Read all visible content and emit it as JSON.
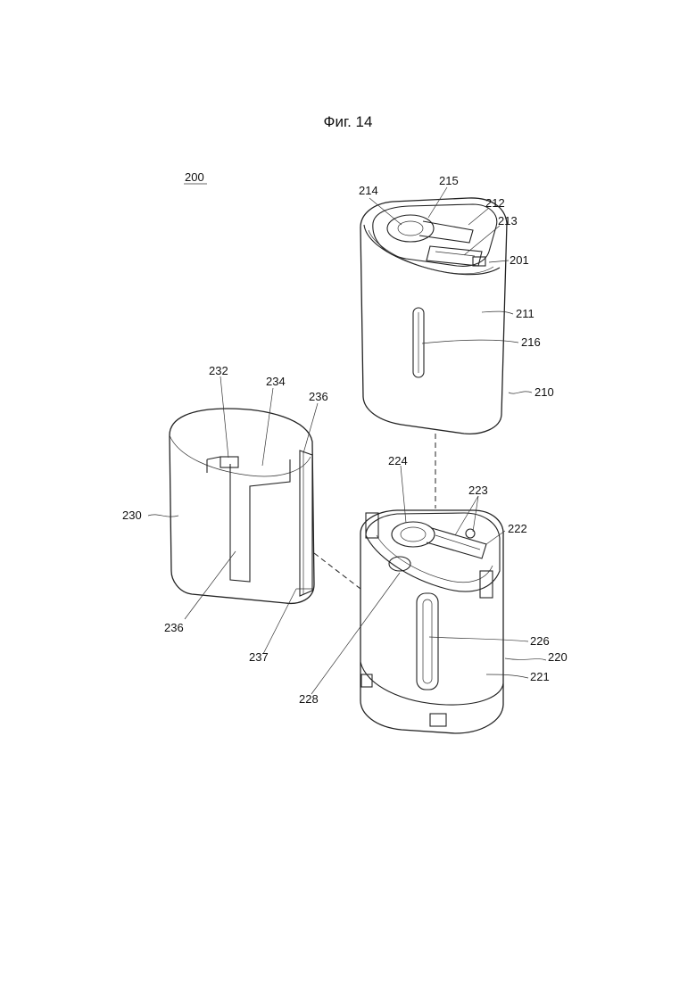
{
  "figure": {
    "title": "Фиг. 14",
    "assembly_ref": "200",
    "labels": {
      "l201": "201",
      "l210": "210",
      "l211": "211",
      "l212": "212",
      "l213": "213",
      "l214": "214",
      "l215": "215",
      "l216": "216",
      "l220": "220",
      "l221": "221",
      "l222": "222",
      "l223": "223",
      "l224": "224",
      "l226": "226",
      "l228": "228",
      "l230": "230",
      "l232": "232",
      "l234": "234",
      "l236a": "236",
      "l236b": "236",
      "l237": "237"
    }
  }
}
